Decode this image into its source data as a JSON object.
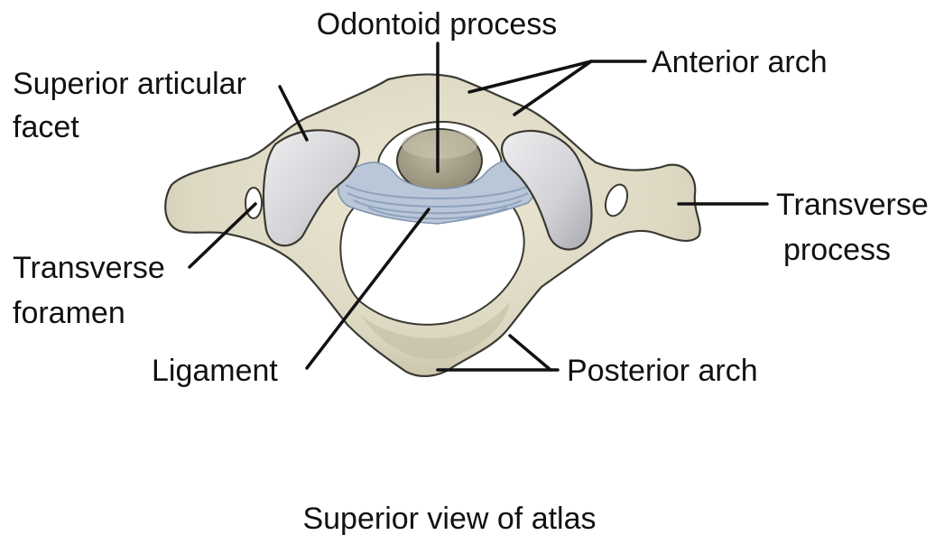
{
  "labels": {
    "odontoid_process": "Odontoid process",
    "anterior_arch": "Anterior arch",
    "superior_articular_facet_line1": "Superior articular",
    "superior_articular_facet_line2": "facet",
    "transverse_process_line1": "Transverse",
    "transverse_process_line2": "process",
    "transverse_foramen_line1": "Transverse",
    "transverse_foramen_line2": "foramen",
    "ligament": "Ligament",
    "posterior_arch": "Posterior arch"
  },
  "caption": "Superior view of atlas",
  "colors": {
    "bone": "#ddd8c2",
    "bone_shadow": "#b9b39a",
    "bone_outline": "#3a3a32",
    "facet": "#d7d7da",
    "facet_shadow": "#a9a9b0",
    "odontoid": "#a7a08c",
    "ligament": "#b9c7d8",
    "ligament_lines": "#8fa3bd",
    "leader": "#111111"
  }
}
